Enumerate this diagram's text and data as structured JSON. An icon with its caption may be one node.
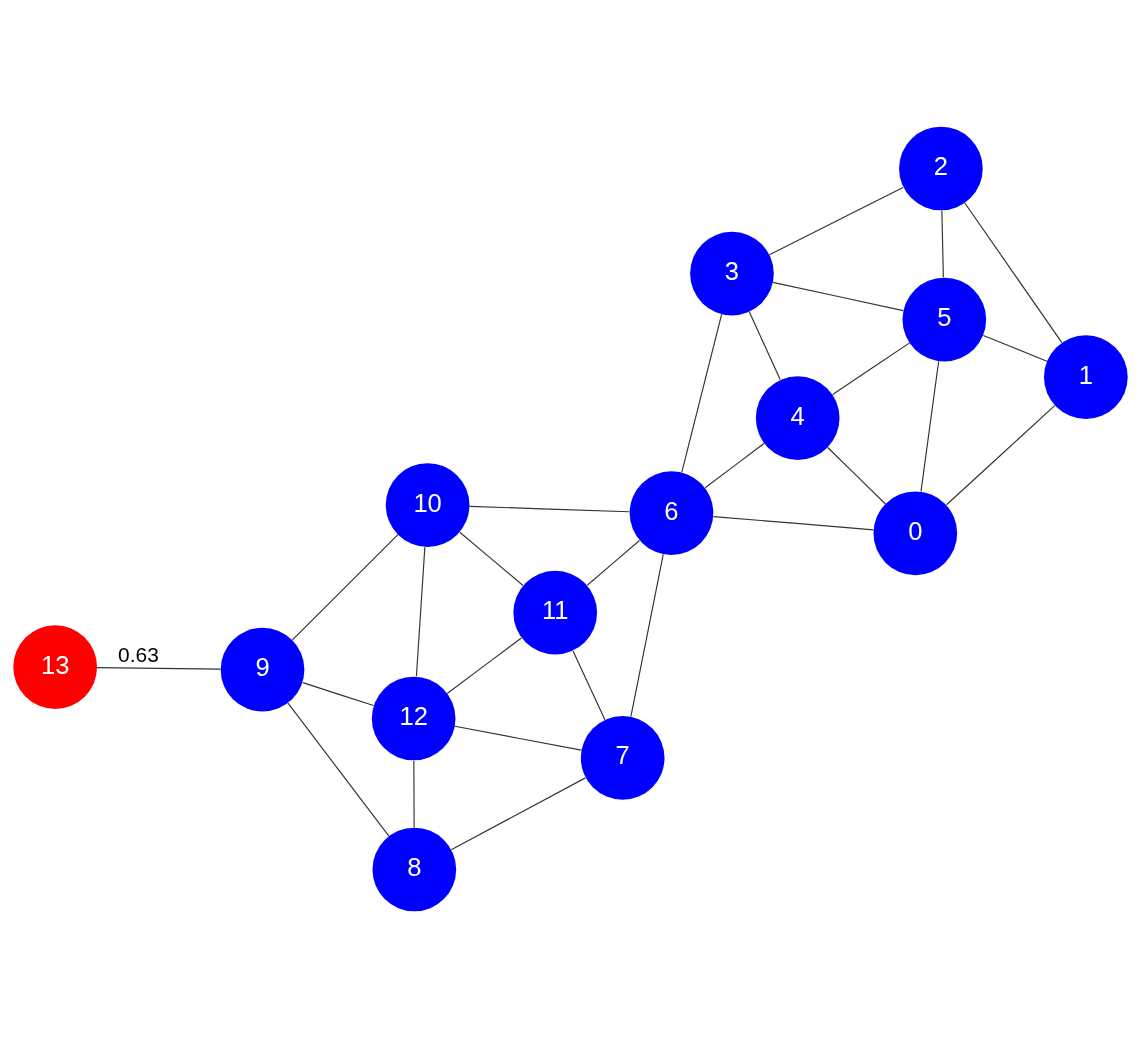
{
  "diagram": {
    "nodes": [
      {
        "text": [
          "0"
        ]
      },
      {
        "text": [
          "1"
        ]
      },
      {
        "text": [
          "2"
        ]
      },
      {
        "text": [
          "3"
        ]
      },
      {
        "text": [
          "4"
        ]
      },
      {
        "text": [
          "5"
        ]
      },
      {
        "text": [
          "6"
        ]
      },
      {
        "text": [
          "7"
        ]
      },
      {
        "text": [
          "8"
        ]
      },
      {
        "text": [
          "9"
        ]
      },
      {
        "text": [
          "10"
        ]
      },
      {
        "text": [
          "11"
        ]
      },
      {
        "text": [
          "12"
        ]
      },
      {
        "text": [
          "13"
        ]
      }
    ],
    "edges": [
      {
        "from": 2,
        "to": 3,
        "arrow": "none"
      },
      {
        "from": 2,
        "to": 5,
        "arrow": "none"
      },
      {
        "from": 2,
        "to": 1,
        "arrow": "none"
      },
      {
        "from": 3,
        "to": 5,
        "arrow": "none"
      },
      {
        "from": 3,
        "to": 4,
        "arrow": "none"
      },
      {
        "from": 3,
        "to": 6,
        "arrow": "none"
      },
      {
        "from": 5,
        "to": 1,
        "arrow": "none"
      },
      {
        "from": 5,
        "to": 4,
        "arrow": "none"
      },
      {
        "from": 5,
        "to": 0,
        "arrow": "none"
      },
      {
        "from": 1,
        "to": 0,
        "arrow": "none"
      },
      {
        "from": 4,
        "to": 0,
        "arrow": "none"
      },
      {
        "from": 4,
        "to": 6,
        "arrow": "none"
      },
      {
        "from": 6,
        "to": 0,
        "arrow": "none"
      },
      {
        "from": 7,
        "to": 6,
        "arrow": "none"
      },
      {
        "from": 11,
        "to": 6,
        "arrow": "none"
      },
      {
        "from": 10,
        "to": 6,
        "arrow": "none"
      },
      {
        "from": 7,
        "to": 8,
        "arrow": "none"
      },
      {
        "from": 7,
        "to": 12,
        "arrow": "none"
      },
      {
        "from": 7,
        "to": 11,
        "arrow": "none"
      },
      {
        "from": 8,
        "to": 12,
        "arrow": "none"
      },
      {
        "from": 8,
        "to": 9,
        "arrow": "none"
      },
      {
        "from": 12,
        "to": 11,
        "arrow": "none"
      },
      {
        "from": 12,
        "to": 10,
        "arrow": "none"
      },
      {
        "from": 12,
        "to": 9,
        "arrow": "none"
      },
      {
        "from": 11,
        "to": 10,
        "arrow": "none"
      },
      {
        "from": 9,
        "to": 10,
        "arrow": "none"
      },
      {
        "from": 9,
        "to": 13,
        "label": "0.63",
        "arrow": "none"
      }
    ]
  }
}
